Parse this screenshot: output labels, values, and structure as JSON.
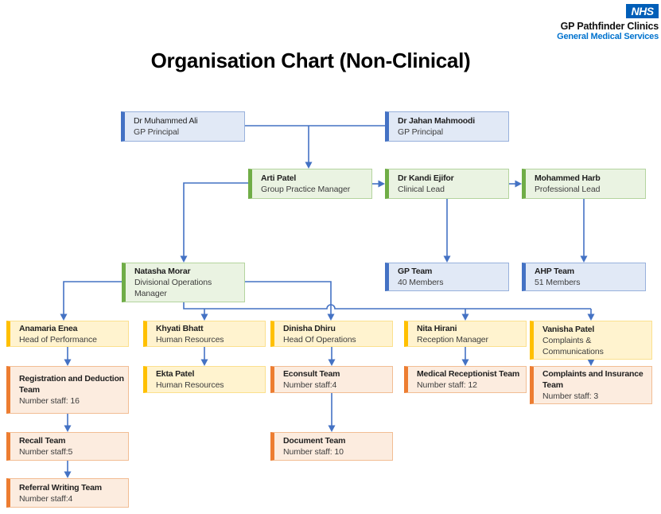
{
  "header": {
    "title": "Organisation Chart (Non-Clinical)",
    "logo": {
      "nhs": "NHS",
      "org": "GP Pathfinder Clinics",
      "tagline": "General Medical Services"
    }
  },
  "colors": {
    "blue": "#4472C4",
    "blue_fill": "#e1e9f6",
    "blue_border": "#98b1dc",
    "green": "#70AD47",
    "green_fill": "#eaf3e2",
    "green_border": "#b4d49e",
    "gold": "#FFC000",
    "gold_fill": "#fff3cf",
    "gold_border": "#fbe08e",
    "orange": "#ED7D31",
    "orange_fill": "#fcecdf",
    "orange_border": "#f2bd94",
    "connector": "#4472C4",
    "nhs_blue": "#005EB8",
    "tagline_blue": "#0072CE",
    "name_text": "#1f1f1f",
    "role_text": "#3d3d3d"
  },
  "org": {
    "nodes": {
      "muhammed": {
        "name": "Dr Muhammed Ali",
        "role": "GP Principal"
      },
      "jahan": {
        "name": "Dr Jahan Mahmoodi",
        "role": "GP Principal"
      },
      "arti": {
        "name": "Arti Patel",
        "role": "Group Practice Manager"
      },
      "kandi": {
        "name": "Dr Kandi Ejifor",
        "role": "Clinical Lead"
      },
      "harb": {
        "name": "Mohammed Harb",
        "role": "Professional Lead"
      },
      "natasha": {
        "name": "Natasha Morar",
        "role": "Divisional Operations Manager"
      },
      "gp_team": {
        "name": "GP Team",
        "role": "40 Members"
      },
      "ahp_team": {
        "name": "AHP Team",
        "role": "51 Members"
      },
      "anamaria": {
        "name": "Anamaria Enea",
        "role": "Head of Performance"
      },
      "khyati": {
        "name": "Khyati Bhatt",
        "role": "Human Resources"
      },
      "dinisha": {
        "name": "Dinisha Dhiru",
        "role": "Head Of Operations"
      },
      "nita": {
        "name": "Nita Hirani",
        "role": "Reception Manager"
      },
      "vanisha": {
        "name": "Vanisha Patel",
        "role": "Complaints & Communications"
      },
      "registration": {
        "name": "Registration and Deduction Team",
        "role": "Number staff: 16"
      },
      "ekta": {
        "name": "Ekta Patel",
        "role": "Human Resources"
      },
      "econsult": {
        "name": "Econsult Team",
        "role": "Number staff:4"
      },
      "medical_receptionist": {
        "name": "Medical Receptionist Team",
        "role": "Number staff: 12"
      },
      "complaints": {
        "name": "Complaints and Insurance Team",
        "role": "Number staff: 3"
      },
      "recall": {
        "name": "Recall Team",
        "role": "Number staff:5"
      },
      "document": {
        "name": "Document Team",
        "role": "Number staff: 10"
      },
      "referral": {
        "name": "Referral Writing Team",
        "role": "Number staff:4"
      }
    }
  }
}
